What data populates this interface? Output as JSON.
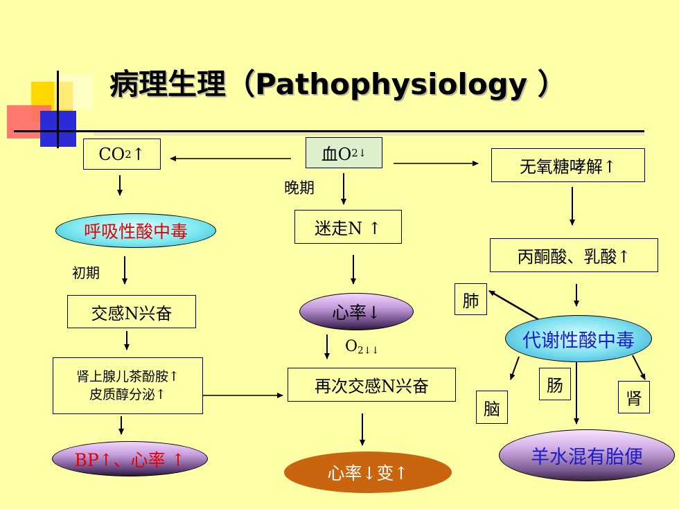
{
  "title": "病理生理（Pathophysiology ）",
  "nodes": {
    "co2": {
      "main": "CO",
      "sub": "2",
      "tail": "↑"
    },
    "blood_o2": {
      "main": "血O",
      "sub": "2↓"
    },
    "anaerobic": "无氧糖哮解↑",
    "resp_acidosis": "呼吸性酸中毒",
    "vagus": "迷走N ↑",
    "pyruvate": "丙酮酸、乳酸↑",
    "sympathetic": "交感N兴奋",
    "heart_rate_down": "心率↓",
    "lung": "肺",
    "metabolic_acidosis": "代谢性酸中毒",
    "adrenal_line1": "肾上腺儿茶酚胺↑",
    "adrenal_line2": "皮质醇分泌↑",
    "sympathetic_again": "再次交感N兴奋",
    "intestine": "肠",
    "kidney": "肾",
    "brain": "脑",
    "bp_hr": "BP↑、心率 ↑",
    "hr_variable": "心率↓变↑",
    "meconium": "羊水混有胎便"
  },
  "labels": {
    "late": "晚期",
    "early": "初期",
    "o2_main": "O",
    "o2_sub": "2↓↓"
  }
}
